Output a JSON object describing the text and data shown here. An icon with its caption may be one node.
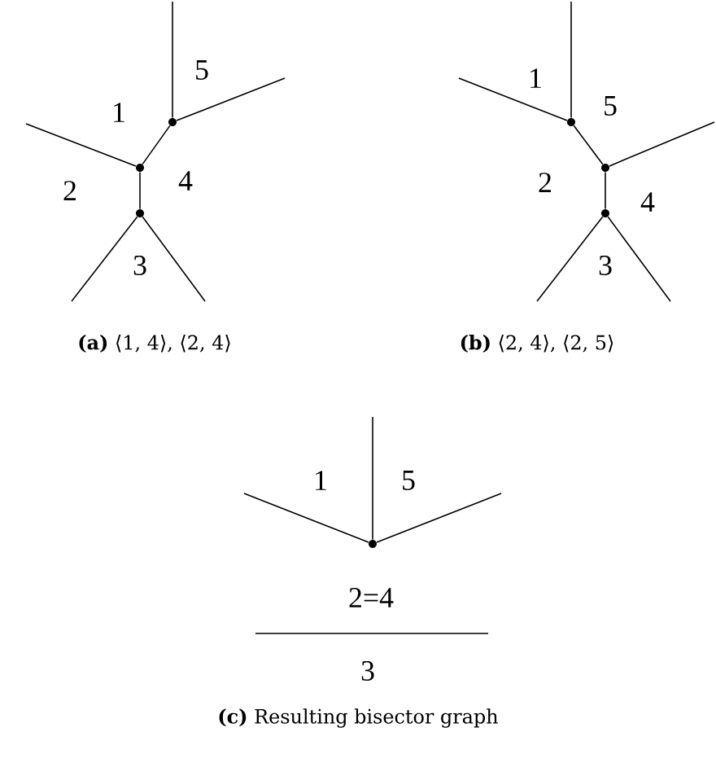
{
  "diagram": {
    "nodes": [
      {
        "text": [],
        "shape": "circle"
      },
      {
        "text": [],
        "shape": "circle"
      },
      {
        "text": [],
        "shape": "circle"
      },
      {
        "text": [],
        "shape": "circle"
      },
      {
        "text": [],
        "shape": "circle"
      },
      {
        "text": [],
        "shape": "circle"
      },
      {
        "text": [],
        "shape": "circle"
      }
    ],
    "edges": [
      {
        "from": 0,
        "to": 1,
        "arrow": "none"
      },
      {
        "from": 1,
        "to": 2,
        "arrow": "none"
      },
      {
        "from": 0,
        "to": null,
        "arrow": "none"
      },
      {
        "from": 0,
        "to": null,
        "arrow": "none"
      },
      {
        "from": 1,
        "to": null,
        "arrow": "none"
      },
      {
        "from": 2,
        "to": null,
        "arrow": "none"
      },
      {
        "from": 2,
        "to": null,
        "arrow": "none"
      },
      {
        "from": 3,
        "to": 4,
        "arrow": "none"
      },
      {
        "from": 4,
        "to": 5,
        "arrow": "none"
      },
      {
        "from": 3,
        "to": null,
        "arrow": "none"
      },
      {
        "from": 3,
        "to": null,
        "arrow": "none"
      },
      {
        "from": 4,
        "to": null,
        "arrow": "none"
      },
      {
        "from": 5,
        "to": null,
        "arrow": "none"
      },
      {
        "from": 5,
        "to": null,
        "arrow": "none"
      },
      {
        "from": 6,
        "to": null,
        "arrow": "none"
      },
      {
        "from": 6,
        "to": null,
        "arrow": "none"
      },
      {
        "from": 6,
        "to": null,
        "arrow": "none"
      }
    ],
    "labels": [
      "5",
      "1",
      "4",
      "2",
      "3",
      "**(a)** ⟨1, 4⟩, ⟨2, 4⟩",
      "1",
      "5",
      "2",
      "4",
      "3",
      "**(b)** ⟨2, 4⟩, ⟨2, 5⟩",
      "1",
      "5",
      "2=4",
      "3",
      "**(c)** Resulting bisector graph"
    ]
  }
}
